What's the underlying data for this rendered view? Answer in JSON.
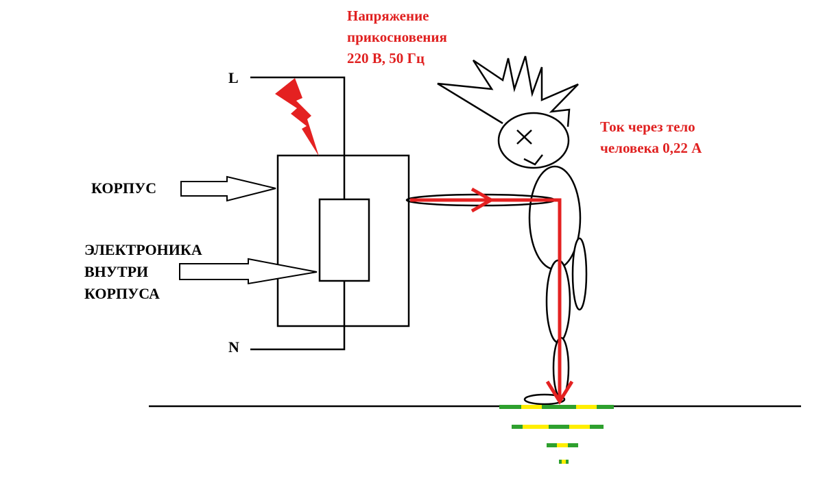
{
  "labels": {
    "phase": "L",
    "neutral": "N",
    "housing": "КОРПУС",
    "electronics": [
      "ЭЛЕКТРОНИКА",
      "ВНУТРИ",
      "КОРПУСА"
    ],
    "touch_voltage": [
      "Напряжение",
      "прикосновения",
      "220 В, 50 Гц"
    ],
    "body_current": [
      "Ток через тело",
      "человека 0,22 А"
    ]
  },
  "colors": {
    "wire": "#000000",
    "current_path": "#e42121",
    "spark": "#e42121",
    "ground_green": "#2ea02e",
    "ground_yellow": "#ffee00"
  },
  "icons": {
    "spark": "lightning-bolt-icon",
    "current": "arrow-icon",
    "ground": "ground-symbol-icon"
  }
}
